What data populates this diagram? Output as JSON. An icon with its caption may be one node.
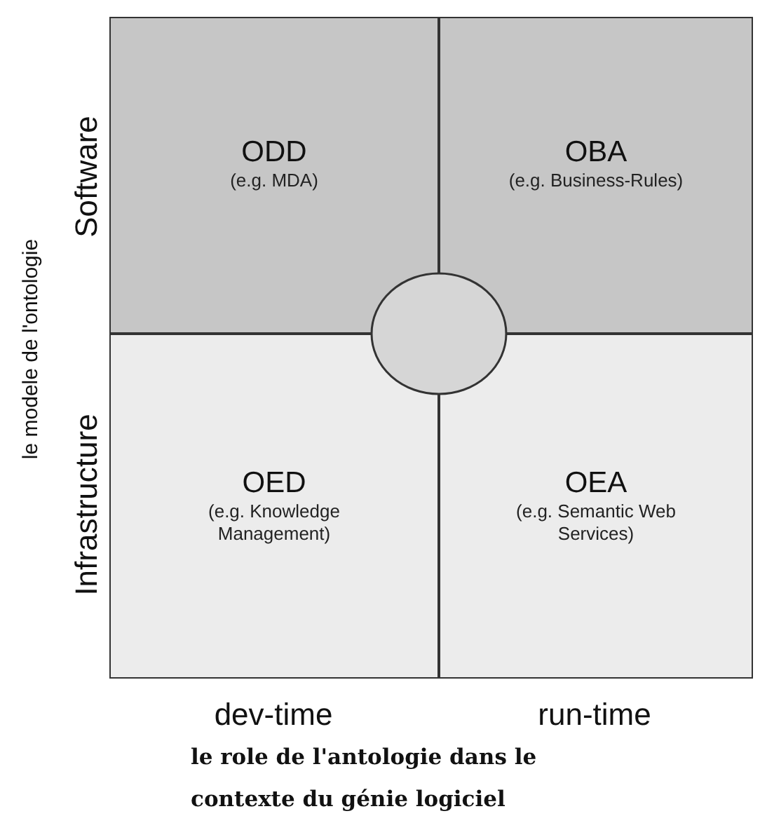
{
  "diagram": {
    "caption": "le role de l'antologie dans le contexte du génie logiciel",
    "nodes": [
      {
        "text": [
          "ODD",
          "(e.g. MDA)"
        ]
      },
      {
        "text": [
          "OBA",
          "(e.g. Business-Rules)"
        ]
      },
      {
        "text": [
          "OED",
          "(e.g. Knowledge Management)"
        ]
      },
      {
        "text": [
          "OEA",
          "(e.g. Semantic Web Services)"
        ]
      },
      {
        "text": [],
        "shape": "circle"
      }
    ],
    "labels": [
      "le modele de l'ontologie",
      "Software",
      "Infrastructure",
      "dev-time",
      "run-time"
    ]
  }
}
